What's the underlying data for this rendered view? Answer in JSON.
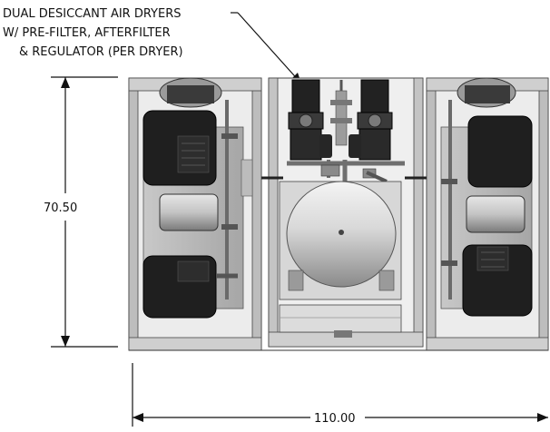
{
  "callout": {
    "line1": "DUAL DESICCANT AIR DRYERS",
    "line2": "W/ PRE-FILTER, AFTERFILTER",
    "line3": "& REGULATOR (PER DRYER)"
  },
  "dimensions": {
    "height": "70.50",
    "width": "110.00"
  }
}
